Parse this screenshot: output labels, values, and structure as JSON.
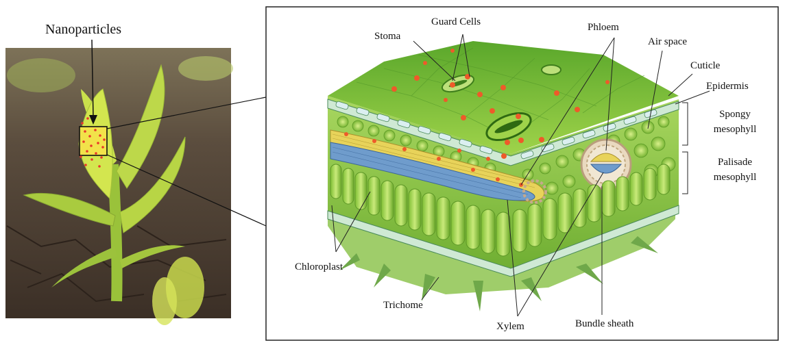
{
  "title": "Nanoparticles",
  "labels": {
    "guard_cells": "Guard Cells",
    "stoma": "Stoma",
    "phloem": "Phloem",
    "air_space": "Air space",
    "cuticle": "Cuticle",
    "epidermis": "Epidermis",
    "spongy_1": "Spongy",
    "spongy_2": "mesophyll",
    "palisade_1": "Palisade",
    "palisade_2": "mesophyll",
    "chloroplast": "Chloroplast",
    "trichome": "Trichome",
    "xylem": "Xylem",
    "bundle_sheath": "Bundle sheath"
  },
  "colors": {
    "soil": "#4a3a2e",
    "leaf_green": "#8cc63f",
    "leaf_top": "#6fb52b",
    "nanoparticle": "#ee5a2a",
    "xylem_blue": "#6f9ccc",
    "phloem_yellow": "#e8d35a"
  }
}
